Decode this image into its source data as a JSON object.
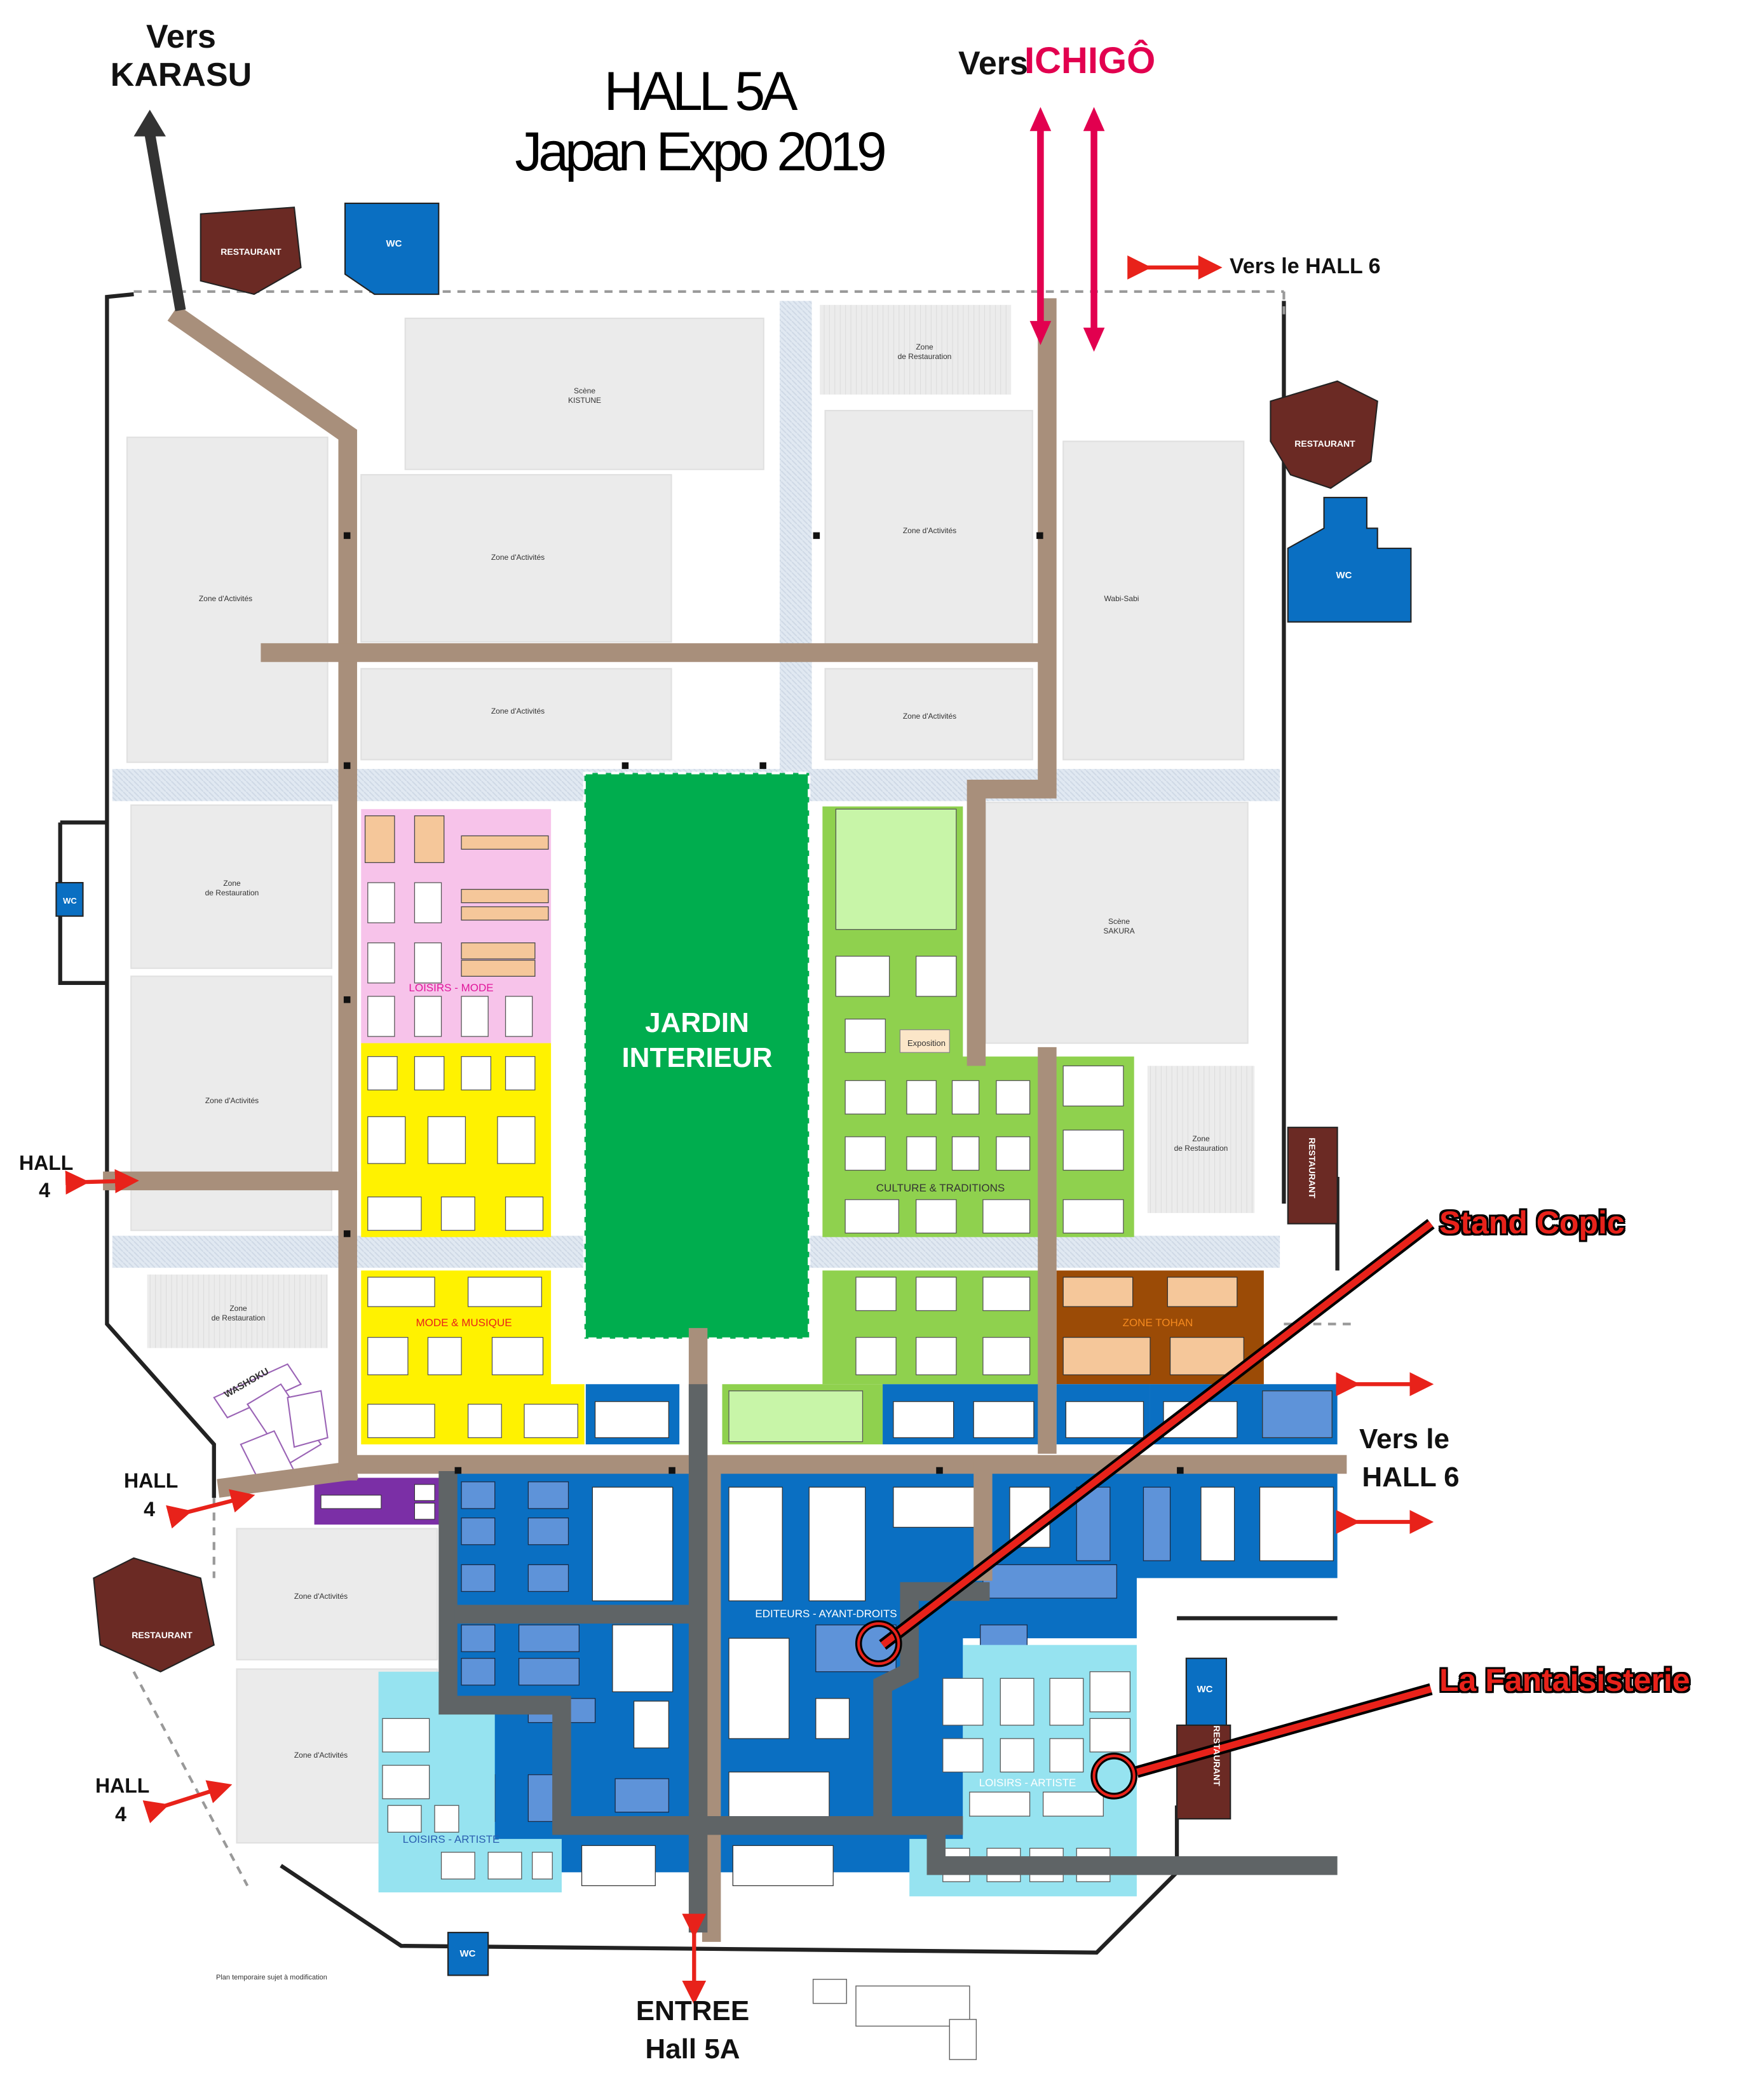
{
  "title": {
    "line1": "HALL 5A",
    "line2": "Japan Expo 2019"
  },
  "directions": {
    "karasu_prefix": "Vers",
    "karasu": "KARASU",
    "ichigo_prefix": "Vers",
    "ichigo": "ICHIGÔ",
    "hall6_top": "Vers le HALL 6",
    "hall6_right_1": "Vers le",
    "hall6_right_2": "HALL 6",
    "hall4_a_1": "HALL",
    "hall4_a_2": "4",
    "hall4_b_1": "HALL",
    "hall4_b_2": "4",
    "hall4_c_1": "HALL",
    "hall4_c_2": "4",
    "entrance_1": "ENTREE",
    "entrance_2": "Hall 5A"
  },
  "callouts": {
    "copic": "Stand Copic",
    "fantaisisterie": "La Fantaisisterie"
  },
  "facilities": {
    "wc": "WC",
    "restaurant": "RESTAURANT"
  },
  "zones": {
    "activites": "Zone d'Activités",
    "restauration_1": "Zone",
    "restauration_2": "de Restauration",
    "restauration_one_line": "Zone de Restauration",
    "kistune_1": "Scène",
    "kistune_2": "KISTUNE",
    "sakura_1": "Scène",
    "sakura_2": "SAKURA",
    "wabi": "Wabi-Sabi",
    "jardin_1": "JARDIN",
    "jardin_2": "INTERIEUR",
    "loisirs_mode": "LOISIRS - MODE",
    "mode_musique": "MODE & MUSIQUE",
    "culture": "CULTURE & TRADITIONS",
    "exposition": "Exposition",
    "tohan": "ZONE TOHAN",
    "editeurs": "EDITEURS - AYANT-DROITS",
    "loisirs_artiste_right": "LOISIRS - ARTISTE",
    "loisirs_artiste_left": "LOISIRS - ARTISTE",
    "washoku": "WASHOKU"
  },
  "footer_note": "Plan temporaire sujet à modification",
  "colors": {
    "aisle": "#a88f7b",
    "dark_aisle": "#5f6466",
    "blue_zone": "#0a6fc2",
    "light_blue": "#96e3f0",
    "green_dark": "#00ad4e",
    "green_light": "#8fd14e",
    "yellow": "#fff200",
    "pink": "#f7c3ea",
    "brown_tohan": "#9b4b06",
    "purple": "#7b2fa6",
    "restaurant": "#6b2a24",
    "callout_red": "#e8221a",
    "pink_red": "#e2004f"
  }
}
